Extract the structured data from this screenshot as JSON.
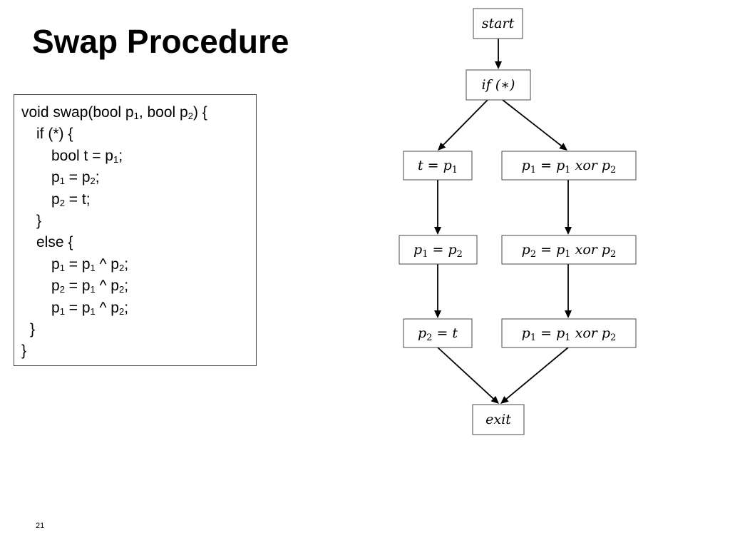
{
  "slide": {
    "title": "Swap Procedure",
    "page_number": "21"
  },
  "code": {
    "lines": [
      {
        "indent": 0,
        "segments": [
          {
            "t": "void swap(bool p"
          },
          {
            "t": "1",
            "sub": true
          },
          {
            "t": ", bool p"
          },
          {
            "t": "2",
            "sub": true
          },
          {
            "t": ") {"
          }
        ]
      },
      {
        "indent": 1,
        "segments": [
          {
            "t": "if (*) {"
          }
        ]
      },
      {
        "indent": 2,
        "segments": [
          {
            "t": "bool t = p"
          },
          {
            "t": "1",
            "sub": true
          },
          {
            "t": ";"
          }
        ]
      },
      {
        "indent": 2,
        "segments": [
          {
            "t": "p"
          },
          {
            "t": "1",
            "sub": true
          },
          {
            "t": " = p"
          },
          {
            "t": "2",
            "sub": true
          },
          {
            "t": ";"
          }
        ]
      },
      {
        "indent": 2,
        "segments": [
          {
            "t": "p"
          },
          {
            "t": "2",
            "sub": true
          },
          {
            "t": " = t;"
          }
        ]
      },
      {
        "indent": 1,
        "segments": [
          {
            "t": "}"
          }
        ]
      },
      {
        "indent": 1,
        "segments": [
          {
            "t": "else {"
          }
        ]
      },
      {
        "indent": 2,
        "segments": [
          {
            "t": "p"
          },
          {
            "t": "1",
            "sub": true
          },
          {
            "t": " = p"
          },
          {
            "t": "1",
            "sub": true
          },
          {
            "t": " ^ p"
          },
          {
            "t": "2",
            "sub": true
          },
          {
            "t": ";"
          }
        ]
      },
      {
        "indent": 2,
        "segments": [
          {
            "t": "p"
          },
          {
            "t": "2",
            "sub": true
          },
          {
            "t": " = p"
          },
          {
            "t": "1",
            "sub": true
          },
          {
            "t": " ^ p"
          },
          {
            "t": "2",
            "sub": true
          },
          {
            "t": ";"
          }
        ]
      },
      {
        "indent": 2,
        "segments": [
          {
            "t": "p"
          },
          {
            "t": "1",
            "sub": true
          },
          {
            "t": " = p"
          },
          {
            "t": "1",
            "sub": true
          },
          {
            "t": " ^ p"
          },
          {
            "t": "2",
            "sub": true
          },
          {
            "t": ";"
          }
        ]
      },
      {
        "indent": 3,
        "segments": [
          {
            "t": "}"
          }
        ]
      },
      {
        "indent": 0,
        "segments": [
          {
            "t": "}"
          }
        ]
      }
    ]
  },
  "flowchart": {
    "nodes": [
      {
        "id": "start",
        "segments": [
          {
            "t": "start"
          }
        ]
      },
      {
        "id": "if",
        "segments": [
          {
            "t": "if (∗)"
          }
        ]
      },
      {
        "id": "t_assign",
        "segments": [
          {
            "t": "t = p"
          },
          {
            "t": "1",
            "sub": true
          }
        ]
      },
      {
        "id": "p1_xor_a",
        "segments": [
          {
            "t": "p"
          },
          {
            "t": "1",
            "sub": true
          },
          {
            "t": " = p"
          },
          {
            "t": "1",
            "sub": true
          },
          {
            "t": " xor p"
          },
          {
            "t": "2",
            "sub": true
          }
        ]
      },
      {
        "id": "p1_assign",
        "segments": [
          {
            "t": "p"
          },
          {
            "t": "1",
            "sub": true
          },
          {
            "t": " = p"
          },
          {
            "t": "2",
            "sub": true
          }
        ]
      },
      {
        "id": "p2_xor",
        "segments": [
          {
            "t": "p"
          },
          {
            "t": "2",
            "sub": true
          },
          {
            "t": " = p"
          },
          {
            "t": "1",
            "sub": true
          },
          {
            "t": " xor p"
          },
          {
            "t": "2",
            "sub": true
          }
        ]
      },
      {
        "id": "p2_assign",
        "segments": [
          {
            "t": "p"
          },
          {
            "t": "2",
            "sub": true
          },
          {
            "t": " = t"
          }
        ]
      },
      {
        "id": "p1_xor_b",
        "segments": [
          {
            "t": "p"
          },
          {
            "t": "1",
            "sub": true
          },
          {
            "t": " = p"
          },
          {
            "t": "1",
            "sub": true
          },
          {
            "t": " xor p"
          },
          {
            "t": "2",
            "sub": true
          }
        ]
      },
      {
        "id": "exit",
        "segments": [
          {
            "t": "exit"
          }
        ]
      }
    ],
    "edges": [
      {
        "from": "start",
        "to": "if"
      },
      {
        "from": "if",
        "to": "t_assign"
      },
      {
        "from": "if",
        "to": "p1_xor_a"
      },
      {
        "from": "t_assign",
        "to": "p1_assign"
      },
      {
        "from": "p1_xor_a",
        "to": "p2_xor"
      },
      {
        "from": "p1_assign",
        "to": "p2_assign"
      },
      {
        "from": "p2_xor",
        "to": "p1_xor_b"
      },
      {
        "from": "p2_assign",
        "to": "exit"
      },
      {
        "from": "p1_xor_b",
        "to": "exit"
      }
    ]
  }
}
